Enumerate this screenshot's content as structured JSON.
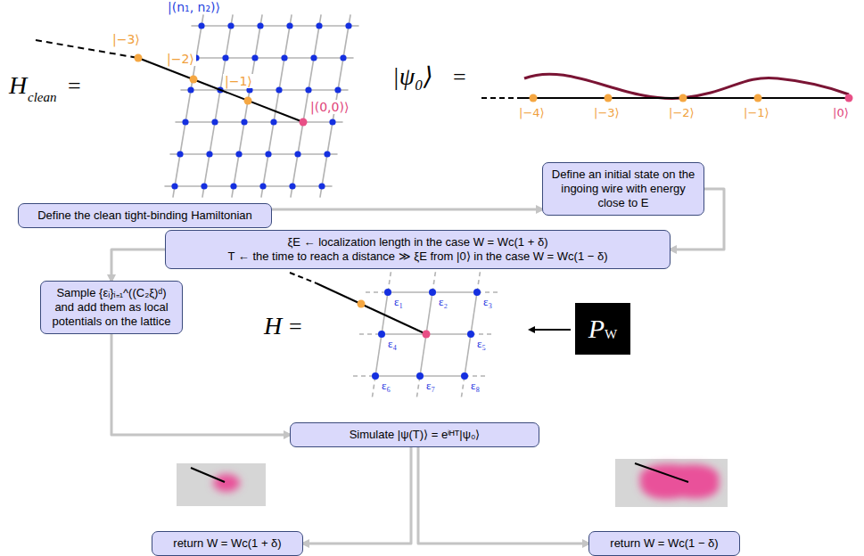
{
  "diagram": {
    "nodes": [
      {
        "text": [
          "Define the clean tight-binding Hamiltonian"
        ]
      },
      {
        "text": [
          "Define an initial state on the ingoing wire with energy close to E"
        ]
      },
      {
        "text": [
          "ξE ← localization length in the case W = Wc(1 + δ)",
          "T ← the time to reach a distance ≫ ξE from |0⟩ in the case W = Wc(1 − δ)"
        ]
      },
      {
        "text": [
          "Sample {εᵢ}ᵢ₌₁^((C₂ξ)ᵈ) and add them as local potentials on the lattice"
        ]
      },
      {
        "text": [
          "Simulate |ψ(T)⟩ = eⁱᴴᵀ|ψ₀⟩"
        ]
      },
      {
        "text": [
          "return W = Wc(1 + δ)"
        ]
      },
      {
        "text": [
          "return W = Wc(1 − δ)"
        ]
      },
      {
        "text": [
          "P",
          "W"
        ]
      }
    ],
    "edges": [
      {
        "from": 0,
        "to": 1,
        "arrow": "to"
      },
      {
        "from": 1,
        "to": 2,
        "arrow": "to"
      },
      {
        "from": 2,
        "to": 3,
        "arrow": "to"
      },
      {
        "from": 3,
        "to": 4,
        "arrow": "to"
      },
      {
        "from": 4,
        "to": 5,
        "arrow": "to"
      },
      {
        "from": 4,
        "to": 6,
        "arrow": "to"
      }
    ],
    "labels": [
      "H",
      "clean",
      "=",
      "|(n₁, n₂)⟩",
      "|−3⟩",
      "|−2⟩",
      "|−1⟩",
      "|(0,0)⟩",
      "|ψ₀⟩",
      "=",
      "|−4⟩",
      "|−3⟩",
      "|−2⟩",
      "|−1⟩",
      "|0⟩",
      "H",
      "=",
      "ε₁",
      "ε₂",
      "ε₃",
      "ε₄",
      "ε₅",
      "ε₆",
      "ε₇",
      "ε₈"
    ]
  }
}
